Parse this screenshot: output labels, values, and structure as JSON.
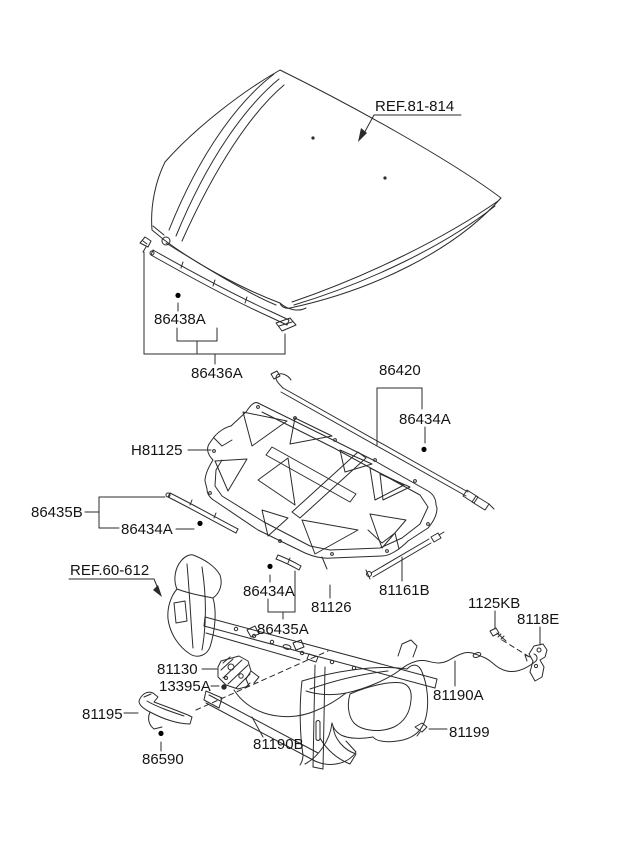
{
  "diagram": {
    "kind": "vehicle-hood-parts-exploded-diagram",
    "background": "#ffffff"
  },
  "colors": {
    "line": "#2b2b2b",
    "text": "#141414"
  },
  "icons": {
    "fastener_pin": "pin-fastener-icon",
    "arrowhead": "leader-arrowhead-icon"
  },
  "labels": {
    "ref_hood": "REF.81-814",
    "clip_86438a": "86438A",
    "weatherstrip_86436a": "86436A",
    "weatherstrip_86420": "86420",
    "clip_86434a_a": "86434A",
    "pad_h81125": "H81125",
    "strip_86435b": "86435B",
    "clip_86434a_b": "86434A",
    "ref_fender": "REF.60-612",
    "clip_86434a_c": "86434A",
    "strip_86435a": "86435A",
    "bolt_81126": "81126",
    "lifter_81161b": "81161B",
    "screw_1125kb": "1125KB",
    "switch_8118e": "8118E",
    "latch_81130": "81130",
    "bolt_13395a": "13395A",
    "cable_81190a": "81190A",
    "handle_81195": "81195",
    "clip_86590": "86590",
    "cable_81190b": "81190B",
    "clip_81199": "81199"
  }
}
